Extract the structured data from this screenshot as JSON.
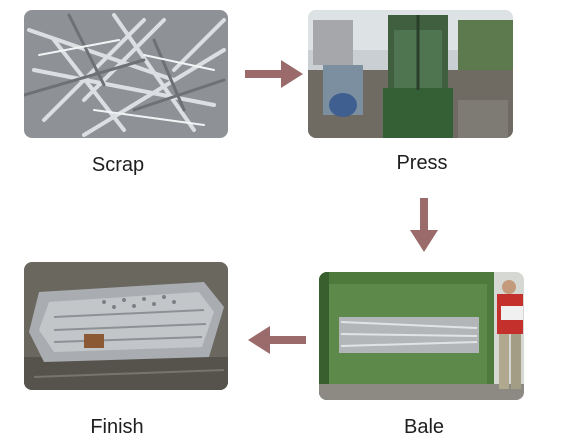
{
  "steps": {
    "scrap": {
      "label": "Scrap"
    },
    "press": {
      "label": "Press"
    },
    "bale": {
      "label": "Bale"
    },
    "finish": {
      "label": "Finish"
    }
  },
  "colors": {
    "arrow": "#9b6b6b",
    "press_green": "#3f5f3f",
    "steel": "#b9bcc0"
  },
  "icons": {
    "flow_arrow": "arrow-icon"
  }
}
